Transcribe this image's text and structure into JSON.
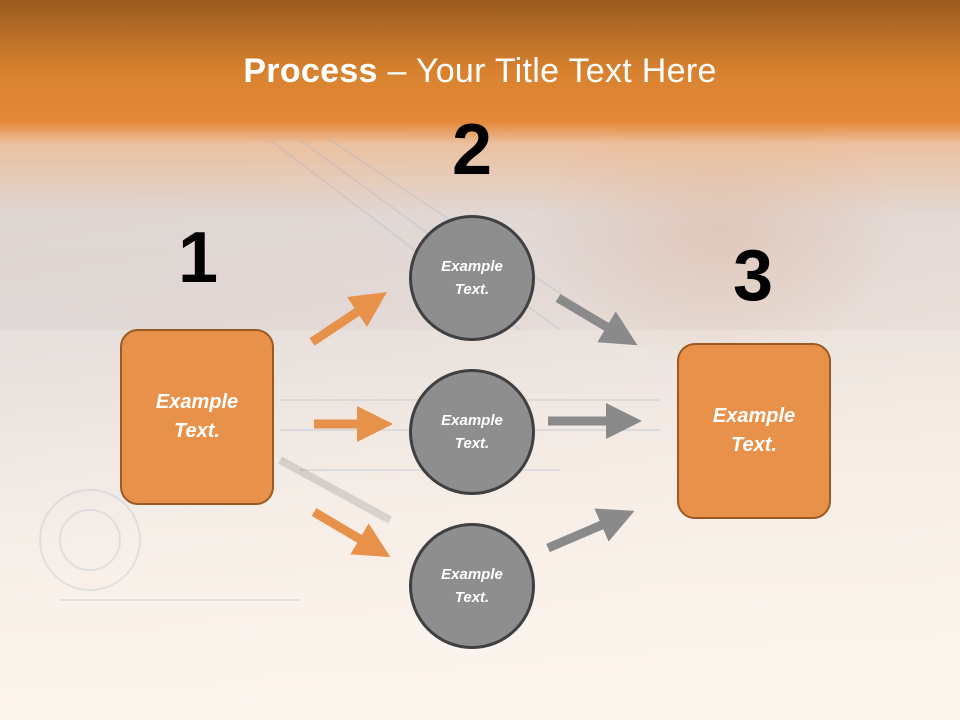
{
  "title": {
    "bold": "Process",
    "rest": " – Your Title Text Here"
  },
  "steps": {
    "one": "1",
    "two": "2",
    "three": "3"
  },
  "boxes": {
    "left": "Example Text.",
    "right": "Example Text."
  },
  "circles": {
    "top": "Example Text.",
    "middle": "Example Text.",
    "bottom": "Example Text."
  },
  "colors": {
    "header": "#e5893a",
    "box_fill": "#e8914a",
    "box_border": "#9b5a24",
    "circle_fill": "#8e8e8e",
    "circle_border": "#404040",
    "arrow_orange": "#e8914a",
    "arrow_gray": "#8a8a8a"
  }
}
